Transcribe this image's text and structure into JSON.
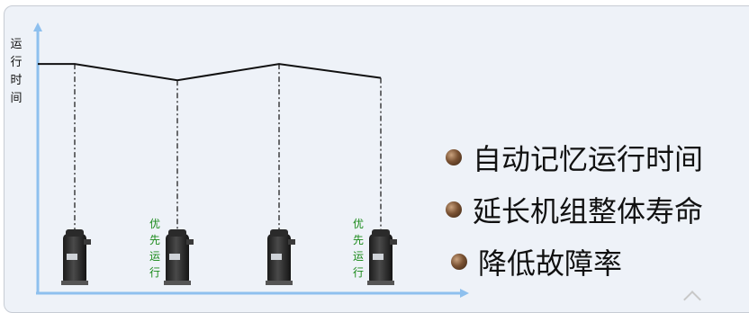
{
  "y_axis_label": "运\n行\n时\n间",
  "priority_label": "优\n先\n运\n行",
  "runtime_line": [
    {
      "unit": 1,
      "level": 0.99
    },
    {
      "unit": 2,
      "level": 0.92
    },
    {
      "unit": 3,
      "level": 0.99
    },
    {
      "unit": 4,
      "level": 0.93
    }
  ],
  "compressors": [
    {
      "id": 1,
      "priority": false
    },
    {
      "id": 2,
      "priority": true
    },
    {
      "id": 3,
      "priority": false
    },
    {
      "id": 4,
      "priority": true
    }
  ],
  "bullets": [
    "自动记忆运行时间",
    "延长机组整体寿命",
    "降低故障率"
  ],
  "colors": {
    "axis": "#8ec0ee",
    "line": "#111111",
    "priority_text": "#1a8a1a",
    "bullet_dot": "#6b4a2e"
  }
}
